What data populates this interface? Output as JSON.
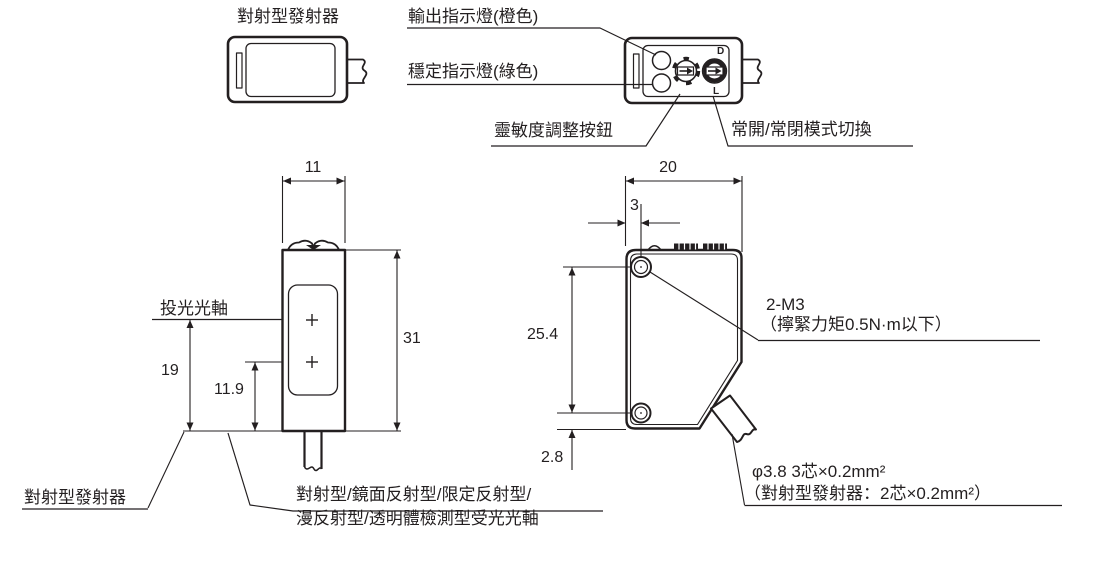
{
  "colors": {
    "line": "#231f20",
    "background": "#ffffff"
  },
  "top_left_view": {
    "title": "對射型發射器"
  },
  "top_right_view": {
    "output_indicator": "輸出指示燈(橙色)",
    "stability_indicator": "穩定指示燈(綠色)",
    "sensitivity_button": "靈敏度調整按鈕",
    "mode_switch": "常開/常閉模式切換",
    "mark_d": "D",
    "mark_l": "L"
  },
  "front_view": {
    "width_mm": "11",
    "height_mm": "31",
    "emit_axis_mm": "19",
    "recv_axis_mm": "11.9",
    "emit_axis_label": "投光光軸",
    "emitter_label": "對射型發射器",
    "receiver_axis_line1": "對射型/鏡面反射型/限定反射型/",
    "receiver_axis_line2": "漫反射型/透明體檢測型受光光軸"
  },
  "side_view": {
    "width_mm": "20",
    "hole_offset_mm": "3",
    "hole_span_mm": "25.4",
    "hole_bottom_mm": "2.8",
    "screw_line1": "2-M3",
    "screw_line2": "（擰緊力矩0.5N·m以下）",
    "cable_line1": "φ3.8 3芯×0.2mm²",
    "cable_line2": "（對射型發射器：2芯×0.2mm²）"
  }
}
